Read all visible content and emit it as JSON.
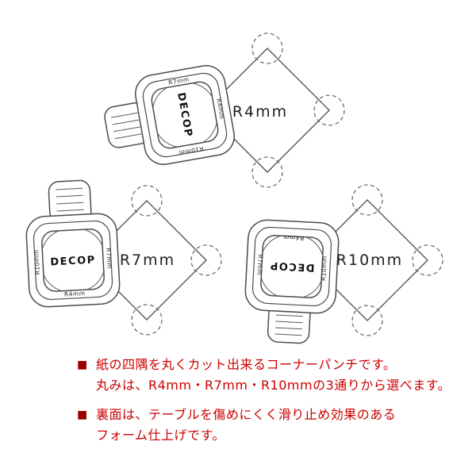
{
  "brand": "DECOP",
  "figures": [
    {
      "label": "R4mm"
    },
    {
      "label": "R7mm"
    },
    {
      "label": "R10mm"
    }
  ],
  "devices": [
    {
      "labels": {
        "top": "R7mm",
        "right": "R4mm",
        "bottom": "R10mm"
      }
    },
    {
      "labels": {
        "left": "R10mm",
        "right": "R7mm",
        "bottom": "R4mm"
      }
    },
    {
      "labels": {
        "top": "R4mm",
        "right": "R10mm",
        "left": "R7mm"
      }
    }
  ],
  "description": {
    "bullet": "■",
    "items": [
      {
        "lines": [
          "紙の四隅を丸くカット出来るコーナーパンチです。",
          "丸みは、R4mm・R7mm・R10mmの3通りから選べます。"
        ]
      },
      {
        "lines": [
          "裏面は、テーブルを傷めにくく滑り止め効果のある",
          "フォーム仕上げです。"
        ]
      }
    ]
  },
  "colors": {
    "text_red": "#cc0000",
    "bullet_red": "#990000",
    "line_gray": "#4b4b4b",
    "background": "#ffffff"
  }
}
